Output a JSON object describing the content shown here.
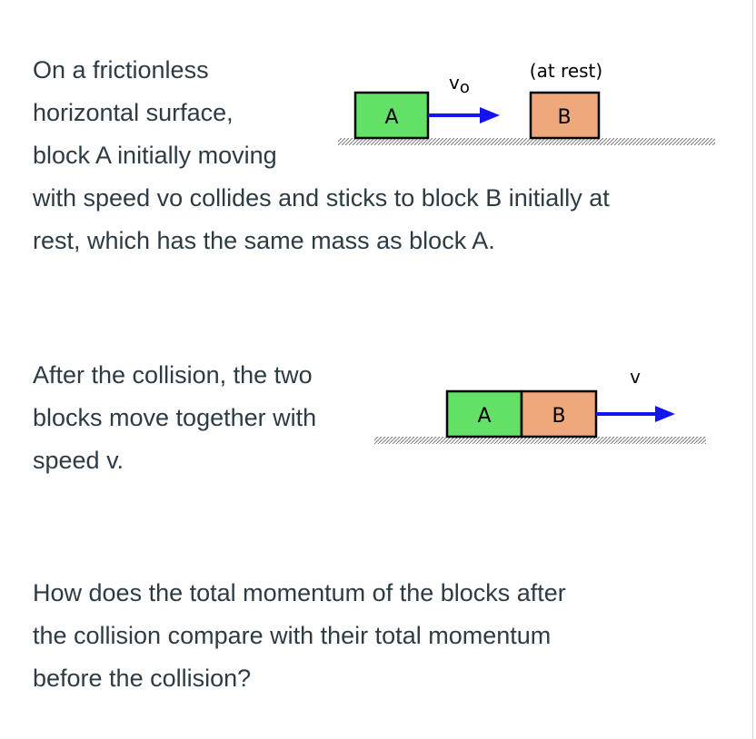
{
  "question": {
    "intro_lines": [
      "On a frictionless",
      "horizontal surface,",
      "block A initially moving",
      "with speed vo collides and sticks to block B initially at",
      "rest, which has the same mass as block A."
    ],
    "after_lines": [
      "After the collision, the two",
      "blocks move together with",
      "speed v."
    ],
    "prompt_lines": [
      "How does the total momentum of the blocks after",
      "the collision compare with their total momentum",
      "before the collision?"
    ]
  },
  "diagram_before": {
    "block_a_label": "A",
    "block_b_label": "B",
    "velocity_main": "v",
    "velocity_sub": "o",
    "rest_label": "(at rest)"
  },
  "diagram_after": {
    "block_a_label": "A",
    "block_b_label": "B",
    "velocity_label": "v"
  },
  "colors": {
    "block_a": "#62e166",
    "block_b": "#efa77c",
    "arrow": "#1414ee",
    "text": "#2d3b45"
  }
}
